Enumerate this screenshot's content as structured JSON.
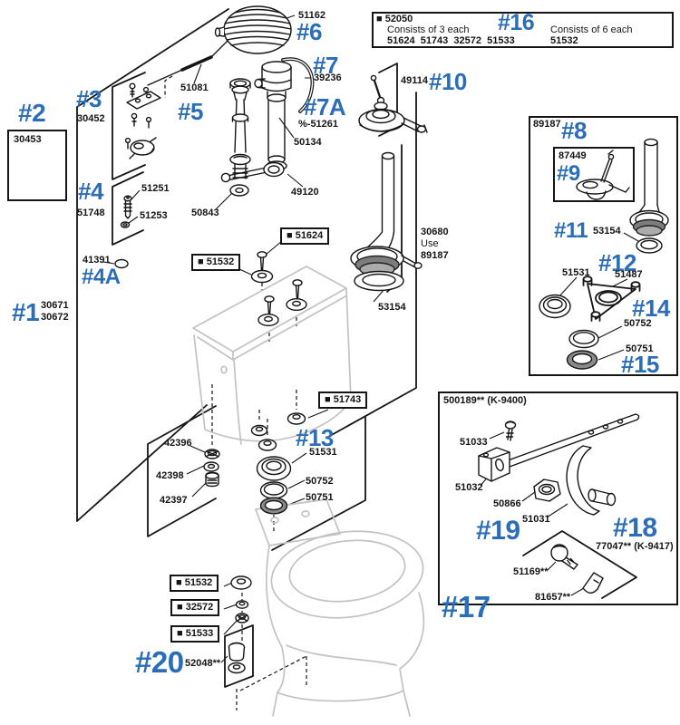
{
  "palette": {
    "accent": "#2b6db6",
    "ink": "#151515",
    "ghost": "#c2c2c2",
    "seal_dark": "#7d7d7d",
    "seal_mid": "#ababab"
  },
  "box16": {
    "part": "■ 52050",
    "consists3": "Consists of 3 each",
    "list3": "51624  51743  32572  51533",
    "ref": "#16",
    "consists6": "Consists of 6 each",
    "list6": "51532"
  },
  "left": {
    "ref2": "#2",
    "p30453": "30453",
    "ref3": "#3",
    "p30452": "30452",
    "ref5": "#5",
    "p51081": "51081",
    "ref4": "#4",
    "p51748": "51748",
    "p51251": "51251",
    "p51253": "51253",
    "p41391": "41391",
    "ref4a": "#4A",
    "ref1": "#1",
    "p30671": "30671",
    "p30672": "30672"
  },
  "valve": {
    "p51162": "51162",
    "ref6": "#6",
    "ref7": "#7",
    "p39236": "39236",
    "ref7a": "#7A",
    "p51261": "%-51261",
    "p50134": "50134",
    "p49120": "49120",
    "p50843": "50843",
    "p49114": "49114",
    "ref10": "#10"
  },
  "tank": {
    "b51624": "■ 51624",
    "b51532": "■ 51532",
    "p30680": "30680",
    "use": "Use",
    "p89187": "89187",
    "p53154": "53154",
    "b51743": "■ 51743",
    "ref13": "#13",
    "p51531": "51531",
    "p50752": "50752",
    "p50751": "50751",
    "p42396": "42396",
    "p42398": "42398",
    "p42397": "42397"
  },
  "box8": {
    "p89187": "89187",
    "ref8": "#8",
    "p87449": "87449",
    "ref9": "#9",
    "ref11": "#11",
    "p53154": "53154",
    "ref12": "#12",
    "p51531": "51531",
    "p51487": "51487",
    "ref14": "#14",
    "p50752": "50752",
    "p50751": "50751",
    "ref15": "#15"
  },
  "box17": {
    "header": "500189** (K-9400)",
    "p51033": "51033",
    "p51032": "51032",
    "p50866": "50866",
    "p51031": "51031",
    "ref19": "#19",
    "ref18": "#18",
    "alt": "77047** (K-9417)",
    "p51169": "51169**",
    "p81657": "81657**",
    "ref17": "#17"
  },
  "bowl": {
    "b51532": "■ 51532",
    "b32572": "■ 32572",
    "b51533": "■ 51533",
    "ref20": "#20",
    "p52048": "52048**"
  }
}
